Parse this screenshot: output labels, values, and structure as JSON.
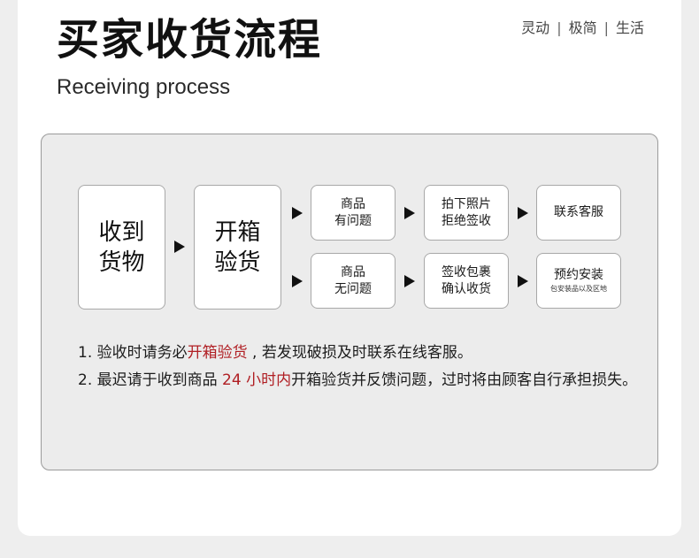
{
  "header": {
    "title": "买家收货流程",
    "subtitle": "Receiving process",
    "tagline": [
      "灵动",
      "极简",
      "生活"
    ],
    "tagline_sep": "|"
  },
  "flow": {
    "start": {
      "line1": "收到",
      "line2": "货物"
    },
    "inspect": {
      "line1": "开箱",
      "line2": "验货"
    },
    "problem_branch": {
      "status": {
        "line1": "商品",
        "line2": "有问题"
      },
      "action": {
        "line1": "拍下照片",
        "line2": "拒绝签收"
      },
      "result": {
        "line1": "联系客服"
      }
    },
    "ok_branch": {
      "status": {
        "line1": "商品",
        "line2": "无问题"
      },
      "action": {
        "line1": "签收包裹",
        "line2": "确认收货"
      },
      "result": {
        "line1": "预约安装",
        "note": "包安装品以及区地"
      }
    }
  },
  "notes": {
    "n1_prefix": "1. 验收时请务必",
    "n1_highlight": "开箱验货",
    "n1_suffix": " , 若发现破损及时联系在线客服。",
    "n2_prefix": "2. 最迟请于收到商品 ",
    "n2_highlight": "24 小时内",
    "n2_suffix": "开箱验货并反馈问题，过时将由顾客自行承担损失。"
  },
  "colors": {
    "highlight": "#b01e23",
    "panel_bg": "#ececec",
    "page_bg": "#eeeeee"
  }
}
